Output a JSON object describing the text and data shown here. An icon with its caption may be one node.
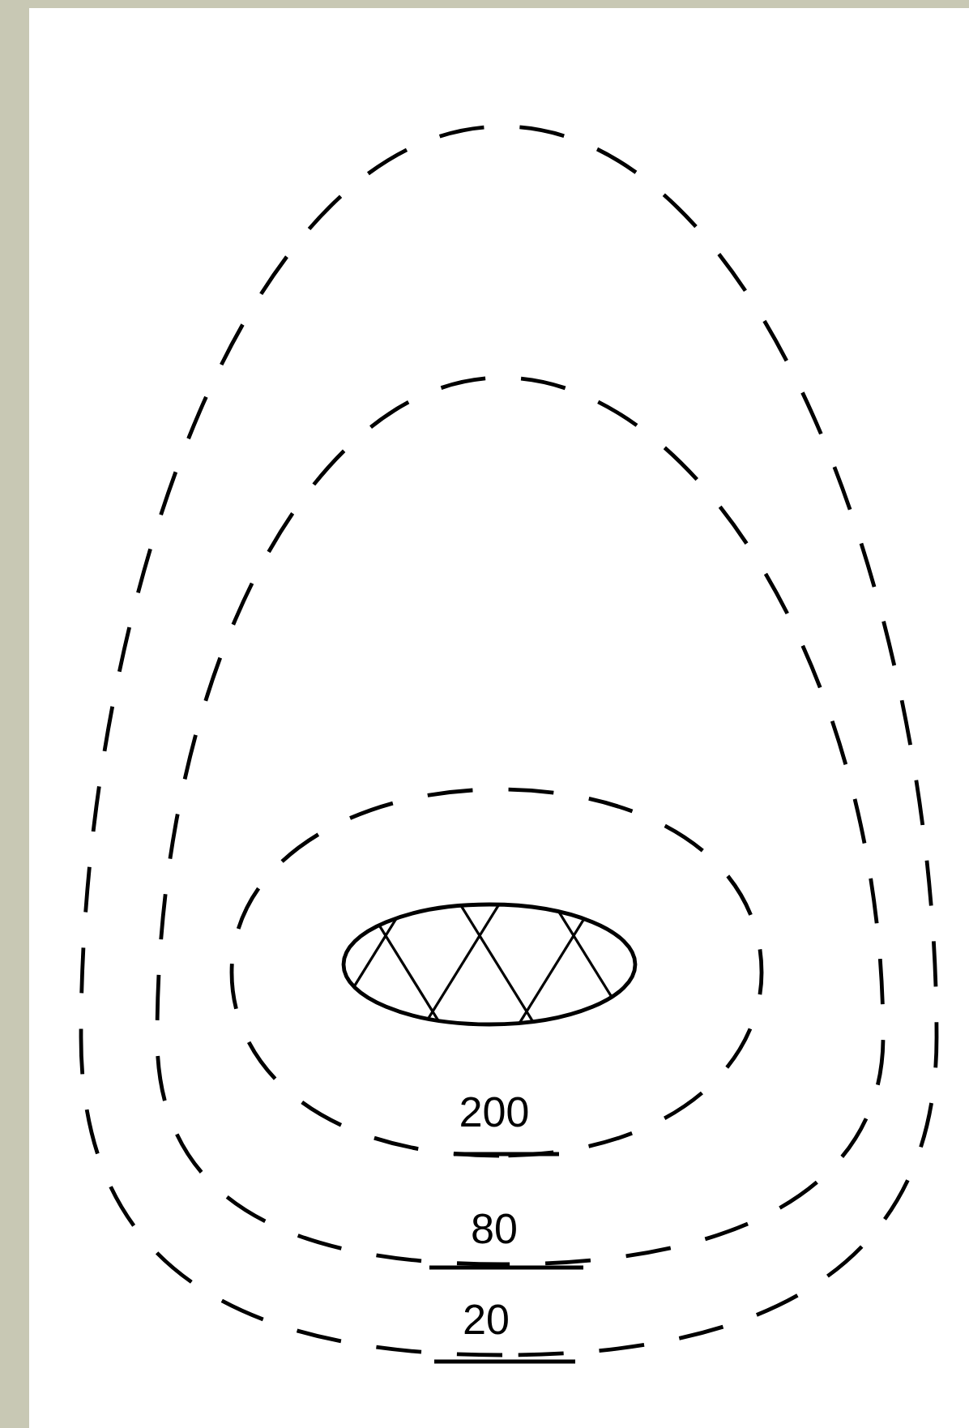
{
  "diagram": {
    "labels": [
      "200",
      "80",
      "20"
    ]
  }
}
